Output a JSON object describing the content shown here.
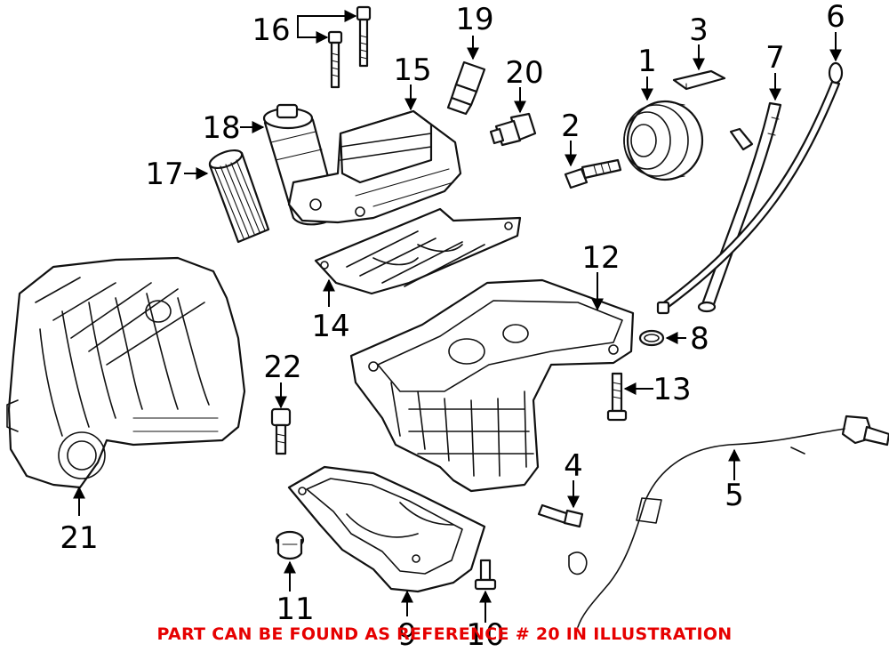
{
  "diagram": {
    "callouts": [
      "1",
      "2",
      "3",
      "4",
      "5",
      "6",
      "7",
      "8",
      "9",
      "10",
      "11",
      "12",
      "13",
      "14",
      "15",
      "16",
      "17",
      "18",
      "19",
      "20",
      "21",
      "22"
    ],
    "caption": "PART CAN BE FOUND AS REFERENCE # 20 IN ILLUSTRATION",
    "caption_color": "#e60000",
    "line_color": "#111111",
    "background": "#ffffff"
  }
}
